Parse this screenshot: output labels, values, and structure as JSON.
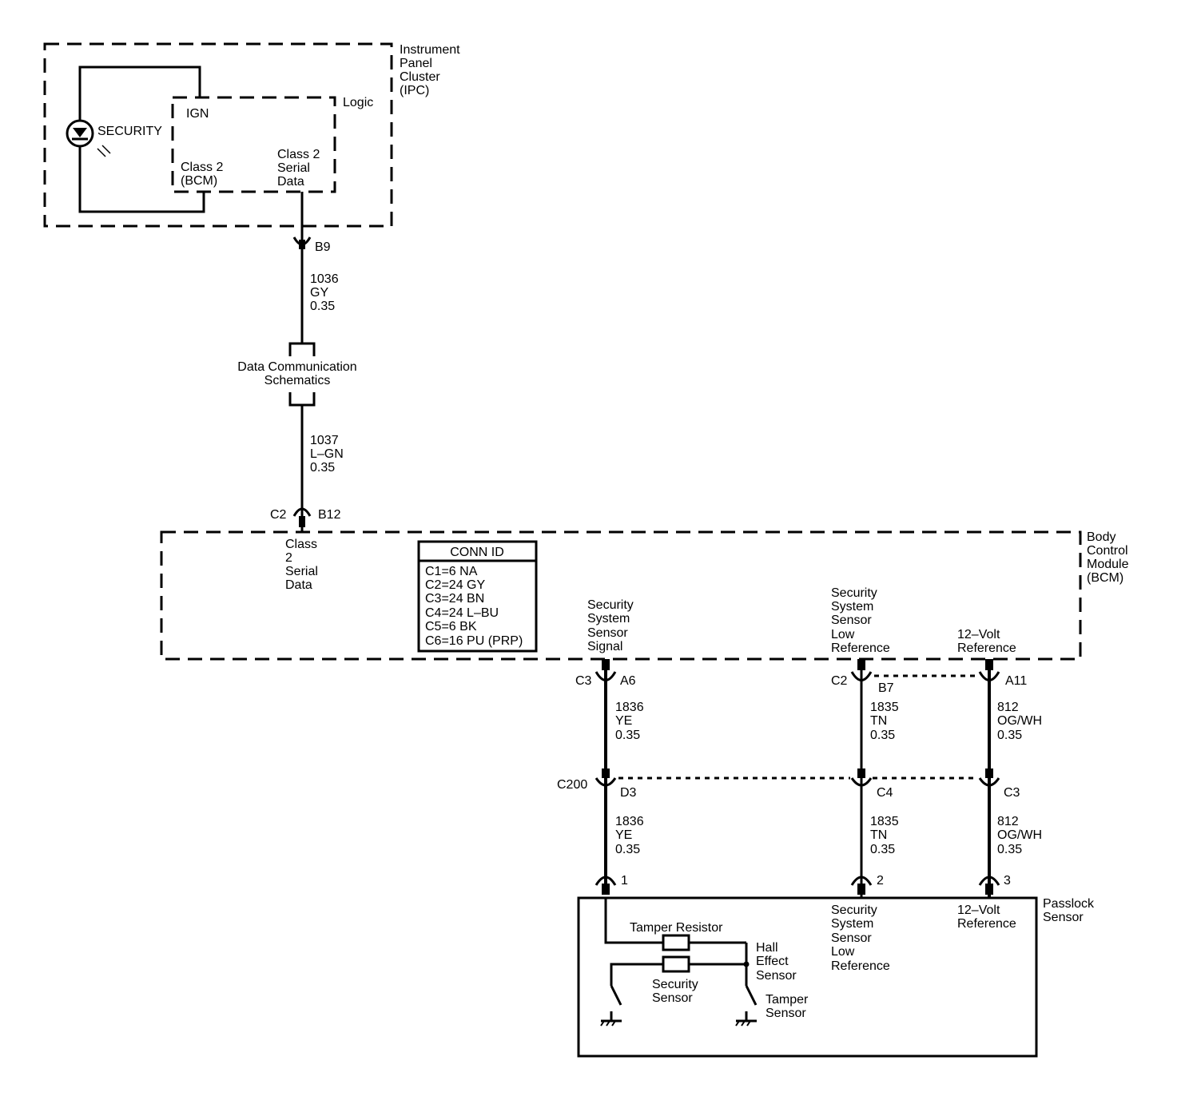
{
  "modules": {
    "ipc": {
      "name": [
        "Instrument",
        "Panel",
        "Cluster",
        "(IPC)"
      ],
      "logic": "Logic"
    },
    "bcm": {
      "name": [
        "Body",
        "Control",
        "Module",
        "(BCM)"
      ]
    },
    "passlock": {
      "name": [
        "Passlock",
        "Sensor"
      ]
    }
  },
  "ipc_labels": {
    "security": "SECURITY",
    "ign": "IGN",
    "class2_bcm": [
      "Class 2",
      "(BCM)"
    ],
    "class2_serial": [
      "Class 2",
      "Serial",
      "Data"
    ]
  },
  "data_comm": [
    "Data Communication",
    "Schematics"
  ],
  "bcm_labels": {
    "class2_serial": [
      "Class",
      "2",
      "Serial",
      "Data"
    ],
    "sec_signal": [
      "Security",
      "System",
      "Sensor",
      "Signal"
    ],
    "sec_low_ref": [
      "Security",
      "System",
      "Sensor",
      "Low",
      "Reference"
    ],
    "volt_ref": [
      "12–Volt",
      "Reference"
    ]
  },
  "conn_id": {
    "title": "CONN ID",
    "rows": [
      "C1=6 NA",
      "C2=24 GY",
      "C3=24 BN",
      "C4=24 L–BU",
      "C5=6 BK",
      "C6=16 PU (PRP)"
    ]
  },
  "pins": {
    "ipc_b9": "B9",
    "bcm_c2": "C2",
    "bcm_b12": "B12",
    "c3": "C3",
    "a6": "A6",
    "c2b": "C2",
    "b7": "B7",
    "a11": "A11",
    "c200": "C200",
    "d3": "D3",
    "c4": "C4",
    "c3b": "C3",
    "p1": "1",
    "p2": "2",
    "p3": "3"
  },
  "wires": {
    "w1036": [
      "1036",
      "GY",
      "0.35"
    ],
    "w1037": [
      "1037",
      "L–GN",
      "0.35"
    ],
    "w1836a": [
      "1836",
      "YE",
      "0.35"
    ],
    "w1835a": [
      "1835",
      "TN",
      "0.35"
    ],
    "w812a": [
      "812",
      "OG/WH",
      "0.35"
    ],
    "w1836b": [
      "1836",
      "YE",
      "0.35"
    ],
    "w1835b": [
      "1835",
      "TN",
      "0.35"
    ],
    "w812b": [
      "812",
      "OG/WH",
      "0.35"
    ]
  },
  "passlock_labels": {
    "tamper_resistor": "Tamper Resistor",
    "hall": [
      "Hall",
      "Effect",
      "Sensor"
    ],
    "security_sensor": [
      "Security",
      "Sensor"
    ],
    "tamper_sensor": [
      "Tamper",
      "Sensor"
    ],
    "sec_low_ref": [
      "Security",
      "System",
      "Sensor",
      "Low",
      "Reference"
    ],
    "volt_ref": [
      "12–Volt",
      "Reference"
    ]
  }
}
